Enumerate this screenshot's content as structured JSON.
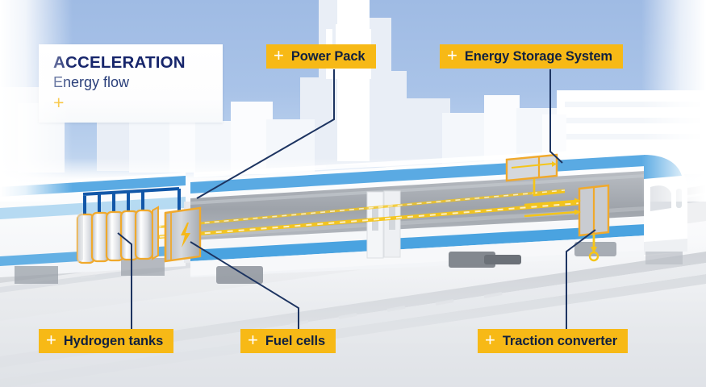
{
  "scene": {
    "title": "Hydrogen train energy flow diagram",
    "mode": "acceleration"
  },
  "info_card": {
    "heading": "ACCELERATION",
    "subheading": "Energy flow",
    "expand_glyph": "+"
  },
  "colors": {
    "badge_bg": "#f7b916",
    "badge_text": "#10203f",
    "badge_plus": "#ffffff",
    "heading_navy": "#16256b",
    "subheading_navy": "#2a3f7a",
    "leader_line": "#1d3461",
    "energy_flow": "#f5c518",
    "pipe_blue": "#1257a8",
    "train_blue": "#4aa3e0",
    "sky_top": "#9fbbe4",
    "sky_bottom": "#d8e5f4",
    "ground": "#f4f5f7"
  },
  "labels": [
    {
      "id": "power-pack",
      "text": "Power Pack",
      "plus": "+",
      "position": "top"
    },
    {
      "id": "energy-storage-system",
      "text": "Energy Storage System",
      "plus": "+",
      "position": "top"
    },
    {
      "id": "hydrogen-tanks",
      "text": "Hydrogen tanks",
      "plus": "+",
      "position": "bottom"
    },
    {
      "id": "fuel-cells",
      "text": "Fuel cells",
      "plus": "+",
      "position": "bottom"
    },
    {
      "id": "traction-converter",
      "text": "Traction converter",
      "plus": "+",
      "position": "bottom"
    }
  ],
  "components": {
    "hydrogen_tanks": {
      "name": "Hydrogen tanks",
      "cylinder_count": 5
    },
    "fuel_cells": {
      "name": "Fuel cells",
      "icon": "lightning-bolt"
    },
    "energy_storage_system": {
      "name": "Energy Storage System"
    },
    "traction_converter": {
      "name": "Traction converter"
    },
    "power_pack": {
      "name": "Power Pack"
    }
  }
}
